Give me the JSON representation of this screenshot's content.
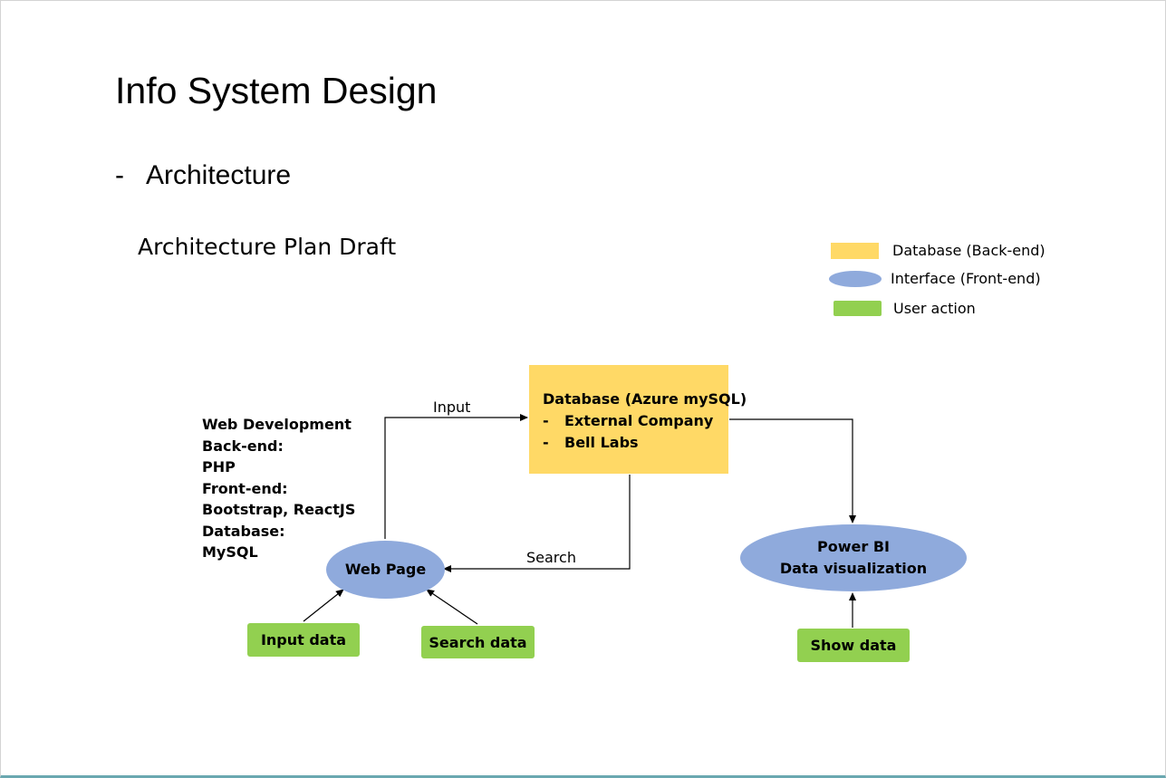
{
  "slide": {
    "title": "Info System Design",
    "bullet": {
      "dash": "-",
      "text": "Architecture"
    }
  },
  "diagram": {
    "title": "Architecture Plan Draft",
    "legend": [
      {
        "shape": "rectangle",
        "color": "#ffd966",
        "label": "Database (Back-end)"
      },
      {
        "shape": "ellipse",
        "color": "#8faadc",
        "label": "Interface (Front-end)"
      },
      {
        "shape": "rounded-rectangle",
        "color": "#92d050",
        "label": "User action"
      }
    ],
    "web_development": [
      "Web Development",
      "Back-end:",
      "PHP",
      "Front-end:",
      "Bootstrap, ReactJS",
      "Database:",
      "MySQL"
    ],
    "nodes": {
      "database": {
        "title": "Database (Azure mySQL)",
        "items": [
          "External Company",
          "Bell Labs"
        ],
        "item_marker": "-",
        "color": "#ffd966"
      },
      "web_page": {
        "label": "Web Page",
        "color": "#8faadc"
      },
      "power_bi": {
        "line1": "Power BI",
        "line2": "Data visualization",
        "color": "#8faadc"
      },
      "input_data": {
        "label": "Input data",
        "color": "#92d050"
      },
      "search_data": {
        "label": "Search data",
        "color": "#92d050"
      },
      "show_data": {
        "label": "Show data",
        "color": "#92d050"
      }
    },
    "edges": [
      {
        "from": "web_page",
        "to": "database",
        "label": "Input"
      },
      {
        "from": "database",
        "to": "web_page",
        "label": "Search"
      },
      {
        "from": "database",
        "to": "power_bi",
        "label": ""
      },
      {
        "from": "input_data",
        "to": "web_page",
        "label": ""
      },
      {
        "from": "search_data",
        "to": "web_page",
        "label": ""
      },
      {
        "from": "show_data",
        "to": "power_bi",
        "label": ""
      }
    ]
  }
}
